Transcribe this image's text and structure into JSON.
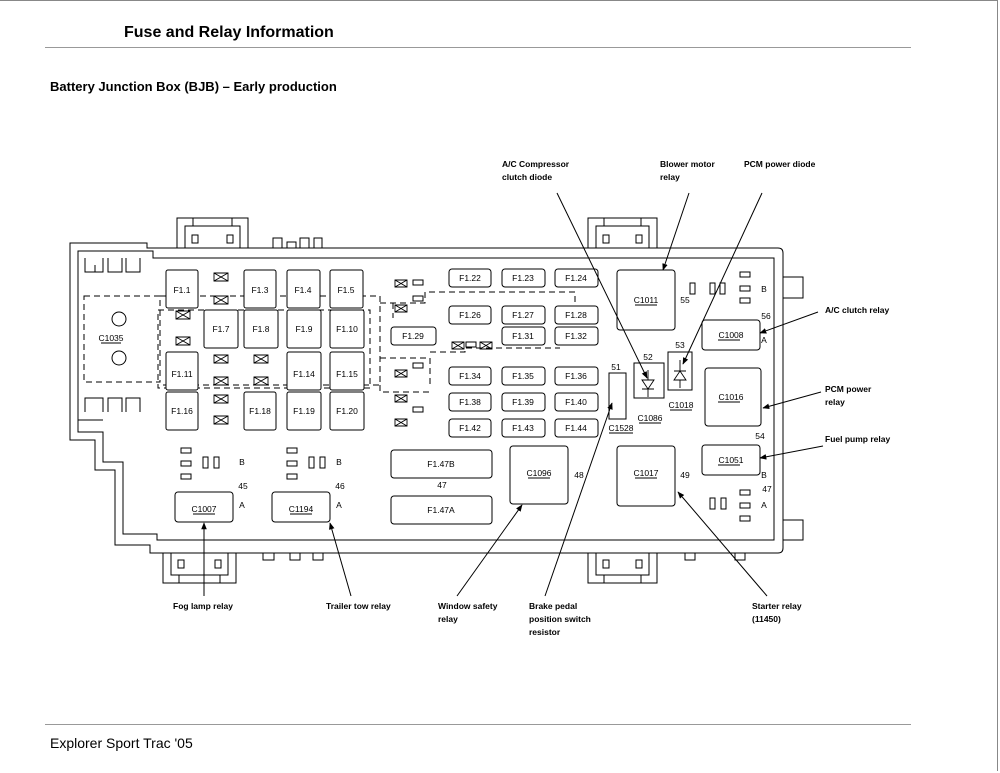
{
  "header": {
    "title": "Fuse and Relay Information"
  },
  "subtitle": "Battery Junction Box (BJB) – Early production",
  "footer": "Explorer Sport Trac '05",
  "connectors": {
    "c1035": "C1035",
    "c1011": "C1011",
    "c1008": "C1008",
    "c1016": "C1016",
    "c1051": "C1051",
    "c1017": "C1017",
    "c1096": "C1096",
    "c1528": "C1528",
    "c1086": "C1086",
    "c1018": "C1018",
    "c1007": "C1007",
    "c1194": "C1194"
  },
  "fuses": {
    "f11": "F1.1",
    "f13": "F1.3",
    "f14": "F1.4",
    "f15": "F1.5",
    "f17": "F1.7",
    "f18": "F1.8",
    "f19": "F1.9",
    "f110": "F1.10",
    "f111": "F1.11",
    "f114": "F1.14",
    "f115": "F1.15",
    "f116": "F1.16",
    "f118": "F1.18",
    "f119": "F1.19",
    "f120": "F1.20",
    "f122": "F1.22",
    "f123": "F1.23",
    "f124": "F1.24",
    "f126": "F1.26",
    "f127": "F1.27",
    "f128": "F1.28",
    "f129": "F1.29",
    "f131": "F1.31",
    "f132": "F1.32",
    "f134": "F1.34",
    "f135": "F1.35",
    "f136": "F1.36",
    "f138": "F1.38",
    "f139": "F1.39",
    "f140": "F1.40",
    "f142": "F1.42",
    "f143": "F1.43",
    "f144": "F1.44",
    "f147b": "F1.47B",
    "f147a": "F1.47A"
  },
  "numbers": {
    "n45": "45",
    "n46": "46",
    "n47a": "47",
    "n47b": "47",
    "n48": "48",
    "n49": "49",
    "n51": "51",
    "n52": "52",
    "n53": "53",
    "n54": "54",
    "n55": "55",
    "n56": "56"
  },
  "pins": {
    "b1": "B",
    "b2": "B",
    "b3": "B",
    "b4": "B",
    "a1": "A",
    "a2": "A",
    "a3": "A",
    "a4": "A"
  },
  "callouts": {
    "ac_diode_1": "A/C Compressor",
    "ac_diode_2": "clutch diode",
    "blower_1": "Blower motor",
    "blower_2": "relay",
    "pcm_diode": "PCM power diode",
    "ac_clutch": "A/C clutch relay",
    "pcm_relay_1": "PCM power",
    "pcm_relay_2": "relay",
    "fuel_pump": "Fuel pump relay",
    "fog": "Fog lamp relay",
    "trailer": "Trailer tow relay",
    "window_1": "Window safety",
    "window_2": "relay",
    "brake_1": "Brake pedal",
    "brake_2": "position switch",
    "brake_3": "resistor",
    "starter_1": "Starter relay",
    "starter_2": "(11450)"
  }
}
